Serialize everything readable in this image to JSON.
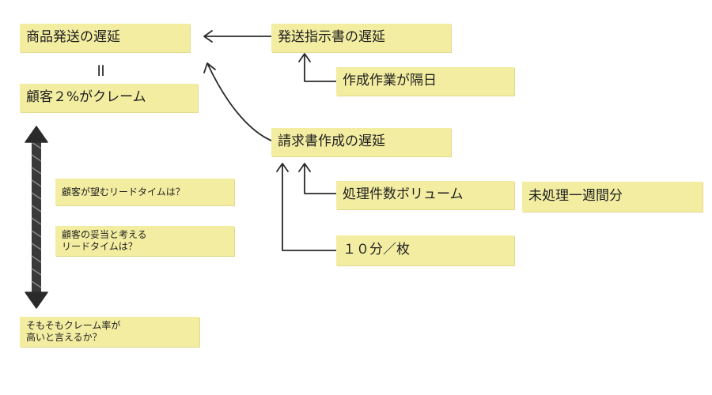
{
  "diagram": {
    "notes": {
      "product_delay": "商品発送の遅延",
      "customer_claims": "顧客２%がクレーム",
      "instruction_delay": "発送指示書の遅延",
      "next_day_work": "作成作業が隔日",
      "invoice_delay": "請求書作成の遅延",
      "volume": "処理件数ボリューム",
      "unprocessed_week": "未処理一週間分",
      "ten_min_sheet": "１０分／枚",
      "lead_time_desired": "顧客が望むリードタイムは？",
      "lead_time_reasonable": "顧客の妥当と考える\nリードタイムは？",
      "claim_rate_high": "そもそもクレーム率が\n高いと言えるか？"
    },
    "equals_sign": "॥"
  }
}
